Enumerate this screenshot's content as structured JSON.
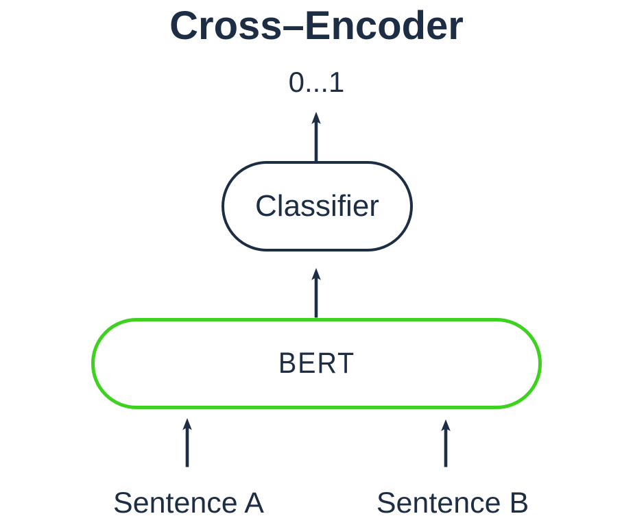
{
  "diagram": {
    "title": "Cross–Encoder",
    "output_label": "0...1",
    "nodes": {
      "classifier": "Classifier",
      "bert": "BERT"
    },
    "inputs": {
      "sentence_a": "Sentence A",
      "sentence_b": "Sentence B"
    },
    "icons": {
      "arrows": "up-arrow-icon"
    },
    "colors": {
      "text_navy": "#1D2D44",
      "classifier_border": "#1D2D44",
      "bert_border": "#3CD21E",
      "arrow": "#1D2D44",
      "background": "#FFFFFF"
    }
  }
}
